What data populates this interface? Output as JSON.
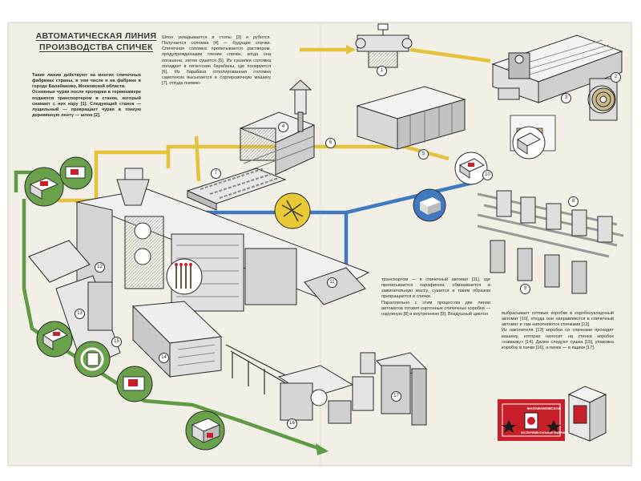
{
  "colors": {
    "paper": "#f1efe6",
    "yellow_flow": "#e3c23c",
    "blue_flow": "#3f79c0",
    "green_flow": "#5f9a45",
    "red_label": "#c8202a",
    "circle_yellow": "#e8c833",
    "circle_blue": "#3f79c0",
    "circle_green": "#6aa24c"
  },
  "title": {
    "line1": "АВТОМАТИЧЕСКАЯ ЛИНИЯ",
    "line2": "ПРОИЗВОДСТВА СПИЧЕК"
  },
  "intro_text": "Такие линии действуют на многих спичечных фабриках страны, в том числе и на фабрике в городе Балабаново, Московской области.\nОсновные чурки после пропарки в термокамере подаются транспортером в станок, который снимает с них кору [1]. Следующий станок — лущильный — превращает чурки в тонкую деревянную ленту — шпон [2].",
  "text_top": "Шпон укладывается в стопы [3] и рубится. Получается соломка [4] — будущие спички. Спичечная соломка пропитывается раствором, предупреждающим тление спичек, когда она погашена, затем сушится [5]. Из сушилки соломка попадает в гигантские барабаны, где полируется [6]. Из барабана отполированная соломка самотеком высыпается в сортировочную машину [7], откуда пневмо-",
  "text_middle": "транспортом — в спичечный автомат [11], где пропитывается парафином, обмакивается в зажигательную массу, сушится и таким образом превращается в спички.\nПараллельно с этим процессом две линии автоматов готовят картонные спичечные коробки — наружную [8] и внутреннюю [9]. Воздушный циклон",
  "text_right": "выбрасывает готовые коробки в коробкоукладчный автомат [10], откуда они направляются в спичечный автомат и там наполняются спичками [12].\nИз накопителя [13] коробки со спичками проходят машину, которая наносит на стенки коробок «намазку» [14]. Далее следуют сушка [15], упаковка коробок в пачки [16], а пачек — в ящики [17].",
  "logo": {
    "top_text": "БАЛАБАНОВСКАЯ",
    "bottom_text": "ЭКСПЕРИМЕНТАЛЬНАЯ ФАБРИКА"
  },
  "step_numbers": [
    "1",
    "2",
    "3",
    "4",
    "5",
    "6",
    "7",
    "8",
    "9",
    "10",
    "11",
    "12",
    "13",
    "14",
    "15",
    "16",
    "17"
  ]
}
